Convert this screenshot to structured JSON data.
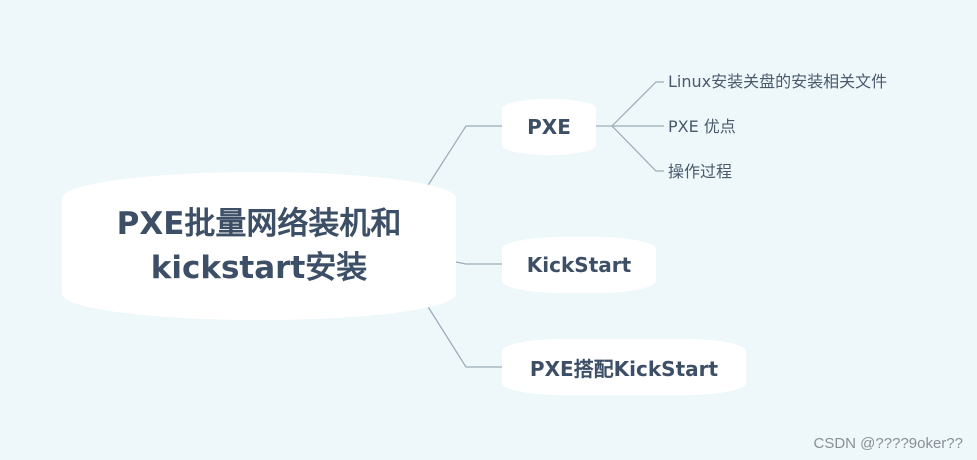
{
  "mindmap": {
    "root": {
      "line1": "PXE批量网络装机和",
      "line2": "kickstart安装"
    },
    "branches": [
      {
        "label": "PXE",
        "children": [
          "Linux安装关盘的安装相关文件",
          "PXE 优点",
          "操作过程"
        ]
      },
      {
        "label": "KickStart",
        "children": []
      },
      {
        "label": "PXE搭配KickStart",
        "children": []
      }
    ]
  },
  "watermark": "CSDN @????9oker??",
  "colors": {
    "background": "#eef7fa",
    "node_fill": "#ffffff",
    "node_text": "#3d4f66",
    "connector": "#9aabb8"
  }
}
